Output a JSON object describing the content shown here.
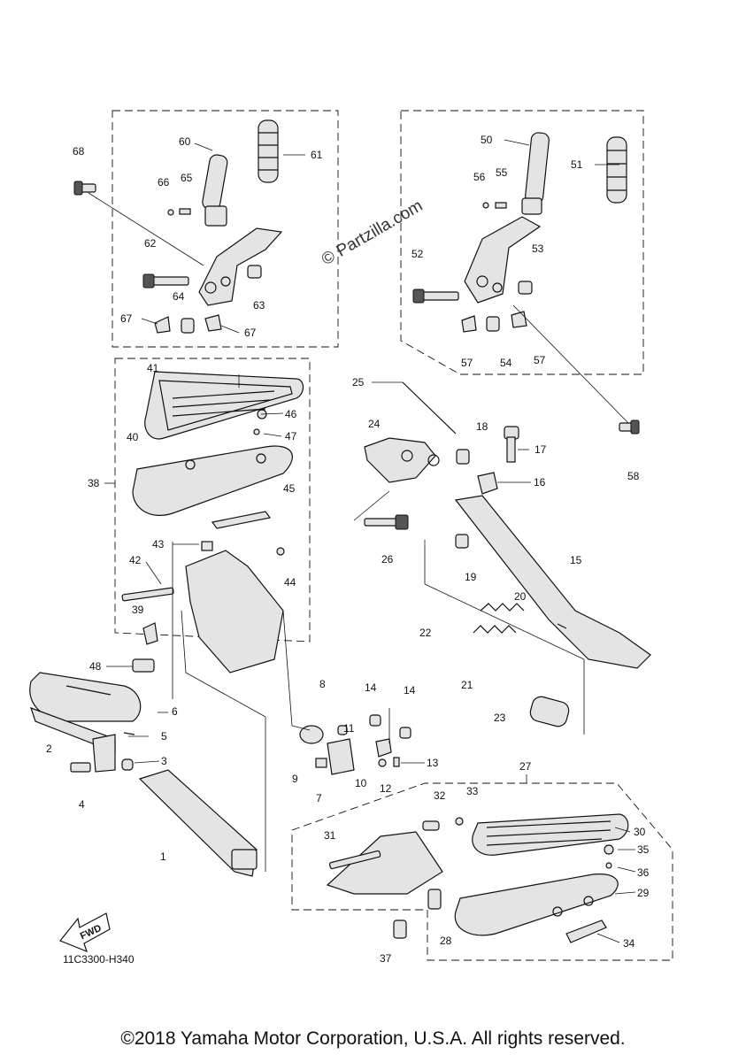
{
  "watermark": "© Partzilla.com",
  "drawing_code": "11C3300-H340",
  "fwd_label": "FWD",
  "copyright": "©2018 Yamaha Motor Corporation, U.S.A. All rights reserved.",
  "callouts": [
    "1",
    "2",
    "3",
    "4",
    "5",
    "6",
    "7",
    "8",
    "9",
    "10",
    "11",
    "12",
    "13",
    "14",
    "14",
    "15",
    "16",
    "17",
    "18",
    "19",
    "20",
    "21",
    "22",
    "23",
    "24",
    "25",
    "26",
    "27",
    "28",
    "29",
    "30",
    "31",
    "32",
    "33",
    "34",
    "35",
    "36",
    "37",
    "38",
    "39",
    "40",
    "41",
    "42",
    "43",
    "44",
    "45",
    "46",
    "47",
    "48",
    "50",
    "51",
    "52",
    "53",
    "54",
    "55",
    "56",
    "57",
    "57",
    "58",
    "60",
    "61",
    "62",
    "63",
    "64",
    "65",
    "66",
    "67",
    "67",
    "68"
  ]
}
